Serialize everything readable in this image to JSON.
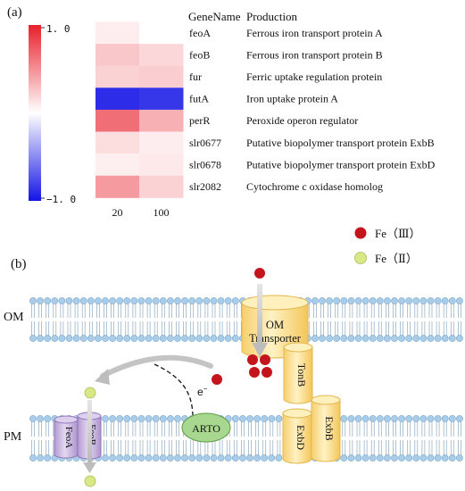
{
  "panel_a": {
    "label": "(a)",
    "colorbar": {
      "max_label": "1. 0",
      "min_label": "−1. 0",
      "max": 1.0,
      "min": -1.0,
      "positive_color": "#e8202a",
      "negative_color": "#1414e6"
    },
    "header": {
      "gene": "GeneName",
      "production": "Production"
    },
    "columns": [
      "20",
      "100"
    ],
    "rows": [
      {
        "gene": "feoA",
        "production": "Ferrous iron transport protein A",
        "values": [
          0.08,
          0.0
        ]
      },
      {
        "gene": "feoB",
        "production": "Ferrous iron transport protein B",
        "values": [
          0.25,
          0.18
        ]
      },
      {
        "gene": "fur",
        "production": "Ferric uptake regulation protein",
        "values": [
          0.2,
          0.22
        ]
      },
      {
        "gene": "futA",
        "production": "Iron uptake protein A",
        "values": [
          -0.9,
          -0.85
        ]
      },
      {
        "gene": "perR",
        "production": "Peroxide operon regulator",
        "values": [
          0.65,
          0.35
        ]
      },
      {
        "gene": "slr0677",
        "production": "Putative biopolymer transport protein ExbB",
        "values": [
          0.15,
          0.08
        ]
      },
      {
        "gene": "slr0678",
        "production": "Putative biopolymer transport protein ExbD",
        "values": [
          0.07,
          0.1
        ]
      },
      {
        "gene": "slr2082",
        "production": "Cytochrome c oxidase homolog",
        "values": [
          0.45,
          0.2
        ]
      }
    ]
  },
  "panel_b": {
    "label": "(b)",
    "legend": [
      {
        "label": "Fe（Ⅲ）",
        "color": "#c4141c"
      },
      {
        "label": "Fe（Ⅱ）",
        "color": "#d7e987"
      }
    ],
    "membranes": {
      "outer": "OM",
      "plasma": "PM"
    },
    "proteins": {
      "om_transporter_line1": "OM",
      "om_transporter_line2": "Transporter",
      "tonb": "TonB",
      "exbd": "ExbD",
      "exbb": "ExbB",
      "feoa": "FeoA",
      "feob": "FeoB",
      "arto": "ARTO"
    },
    "electron": "e",
    "electron_sup": "−",
    "colors": {
      "lipid_head": "#a9cce8",
      "lipid_edge": "#7ca8cf",
      "protein_fill": "#fde49a",
      "protein_edge": "#e2b64e",
      "feo_fill": "#c9b6df",
      "arto_fill": "#a8d890"
    }
  }
}
